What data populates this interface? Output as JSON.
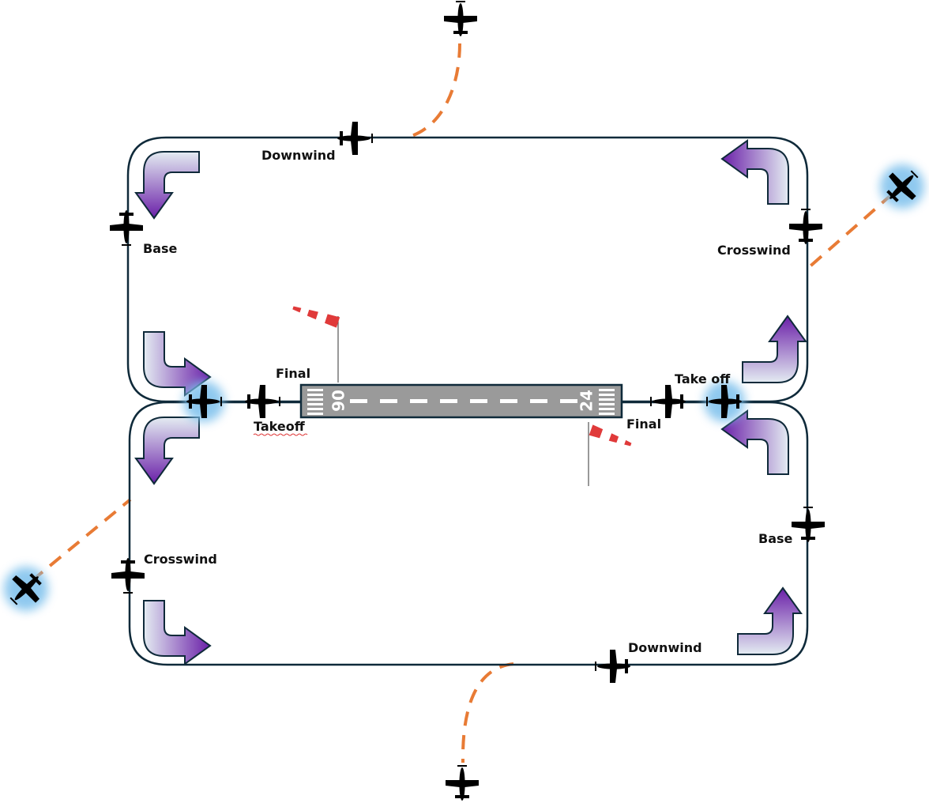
{
  "runway": {
    "number_west": "90",
    "number_east": "24"
  },
  "labels": {
    "downwind_top": "Downwind",
    "base_top_left": "Base",
    "crosswind_top_right": "Crosswind",
    "final_left": "Final",
    "takeoff_left": "Takeoff",
    "takeoff_right": "Take off",
    "final_right": "Final",
    "crosswind_bottom_left": "Crosswind",
    "base_bottom_right": "Base",
    "downwind_bottom": "Downwind"
  },
  "colors": {
    "pattern_line": "#0f2a3a",
    "runway": "#9a9a9a",
    "entry_path": "#e87b35",
    "arrow_dark": "#6a1fa8",
    "arrow_light": "#e4ecf2",
    "aircraft": "#000000",
    "highlight": "#7cc0ec",
    "windsock_red": "#e03a3a"
  },
  "icons": {
    "aircraft": "airplane-icon",
    "windsock": "windsock-icon",
    "turn_arrow": "turn-arrow-icon"
  }
}
